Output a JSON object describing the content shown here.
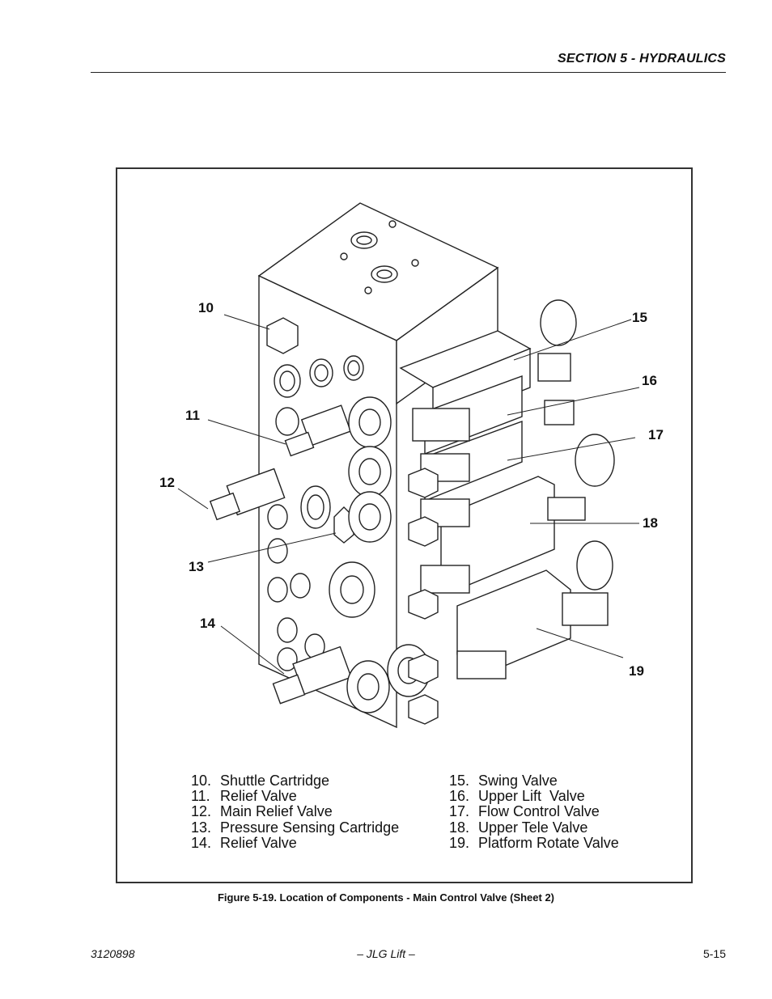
{
  "header": {
    "section_title": "SECTION 5 - HYDRAULICS"
  },
  "figure": {
    "callouts": {
      "c10": "10",
      "c11": "11",
      "c12": "12",
      "c13": "13",
      "c14": "14",
      "c15": "15",
      "c16": "16",
      "c17": "17",
      "c18": "18",
      "c19": "19"
    },
    "legend_left": [
      {
        "num": "10.",
        "label": "Shuttle Cartridge"
      },
      {
        "num": "11.",
        "label": "Relief Valve"
      },
      {
        "num": "12.",
        "label": "Main Relief Valve"
      },
      {
        "num": "13.",
        "label": "Pressure Sensing Cartridge"
      },
      {
        "num": "14.",
        "label": "Relief Valve"
      }
    ],
    "legend_right": [
      {
        "num": "15.",
        "label": "Swing Valve"
      },
      {
        "num": "16.",
        "label": "Upper Lift  Valve"
      },
      {
        "num": "17.",
        "label": "Flow Control Valve"
      },
      {
        "num": "18.",
        "label": "Upper Tele Valve"
      },
      {
        "num": "19.",
        "label": "Platform Rotate Valve"
      }
    ],
    "caption": "Figure 5-19.  Location of Components - Main Control Valve (Sheet 2)"
  },
  "footer": {
    "doc_number": "3120898",
    "center_text": "– JLG Lift –",
    "page_number": "5-15"
  }
}
